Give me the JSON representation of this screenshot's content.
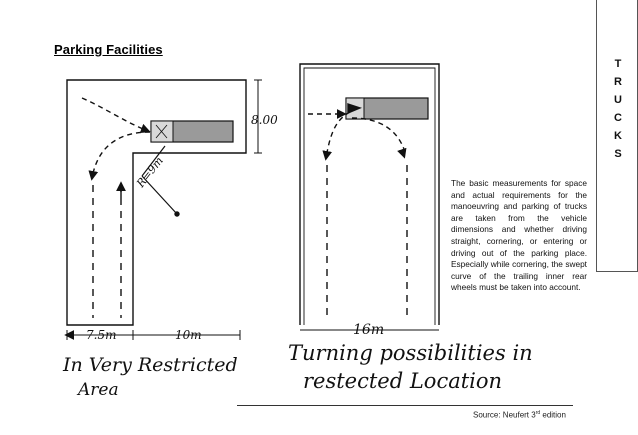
{
  "slide": {
    "title": "Parking Facilities",
    "side_tab_letters": [
      "T",
      "R",
      "U",
      "C",
      "K",
      "S"
    ],
    "description": "The basic measurements for space and actual requirements for the manoeuvring and parking of trucks are taken from the vehicle dimensions and whether driving straight, cornering, or entering or driving out of the parking place. Especially while cornering, the swept curve of the trailing inner rear wheels must be taken into account.",
    "source_prefix": "Source: Neufert 3",
    "source_sup": "rd",
    "source_suffix": " edition"
  },
  "sketch_left": {
    "dim_height": "8.00",
    "radius": "R=9m",
    "dim_a": "7.5m",
    "dim_b": "10m",
    "caption_line1": "In Very Restricted",
    "caption_line2": "Area"
  },
  "sketch_right": {
    "dim_width": "16m",
    "caption_line1": "Turning possibilities in",
    "caption_line2": "restected Location"
  },
  "colors": {
    "ink": "#111111",
    "truck_fill": "#9a9a9a"
  }
}
